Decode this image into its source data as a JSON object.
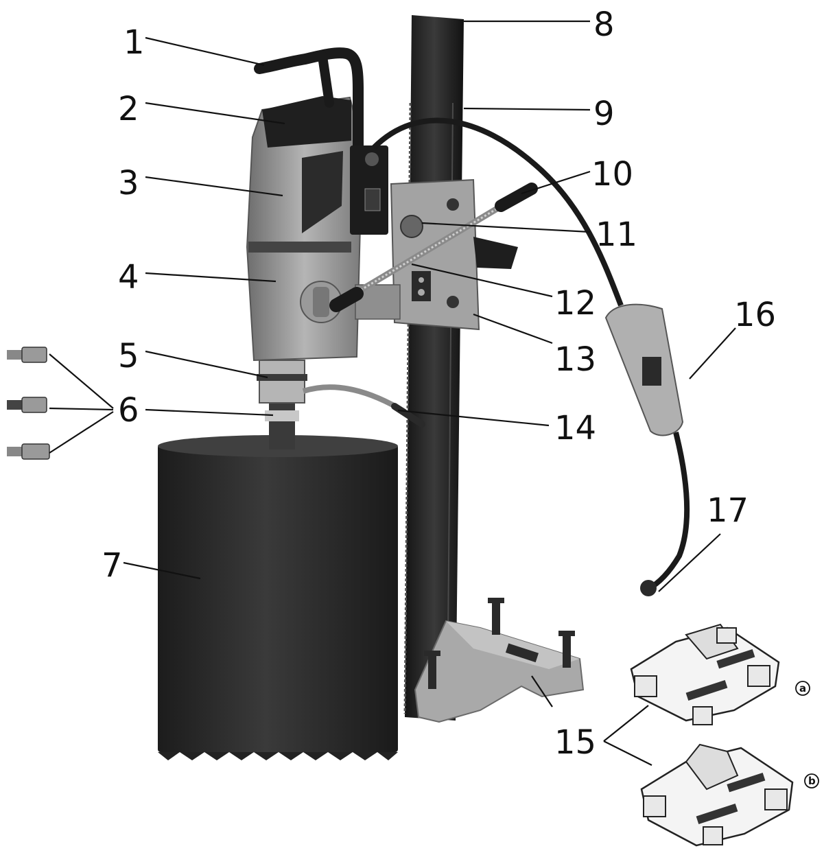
{
  "labels": {
    "l1": "1",
    "l2": "2",
    "l3": "3",
    "l4": "4",
    "l5": "5",
    "l6": "6",
    "l7": "7",
    "l8": "8",
    "l9": "9",
    "l10": "10",
    "l11": "11",
    "l12": "12",
    "l13": "13",
    "l14": "14",
    "l15": "15",
    "l16": "16",
    "l17": "17"
  },
  "variants": {
    "a": "a",
    "b": "b"
  },
  "colors": {
    "motor_body": "#9a9a9a",
    "dark": "#2b2b2b",
    "bit": "#2a2a2a",
    "column": "#1f1f1f",
    "base": "#a9a9a9"
  }
}
